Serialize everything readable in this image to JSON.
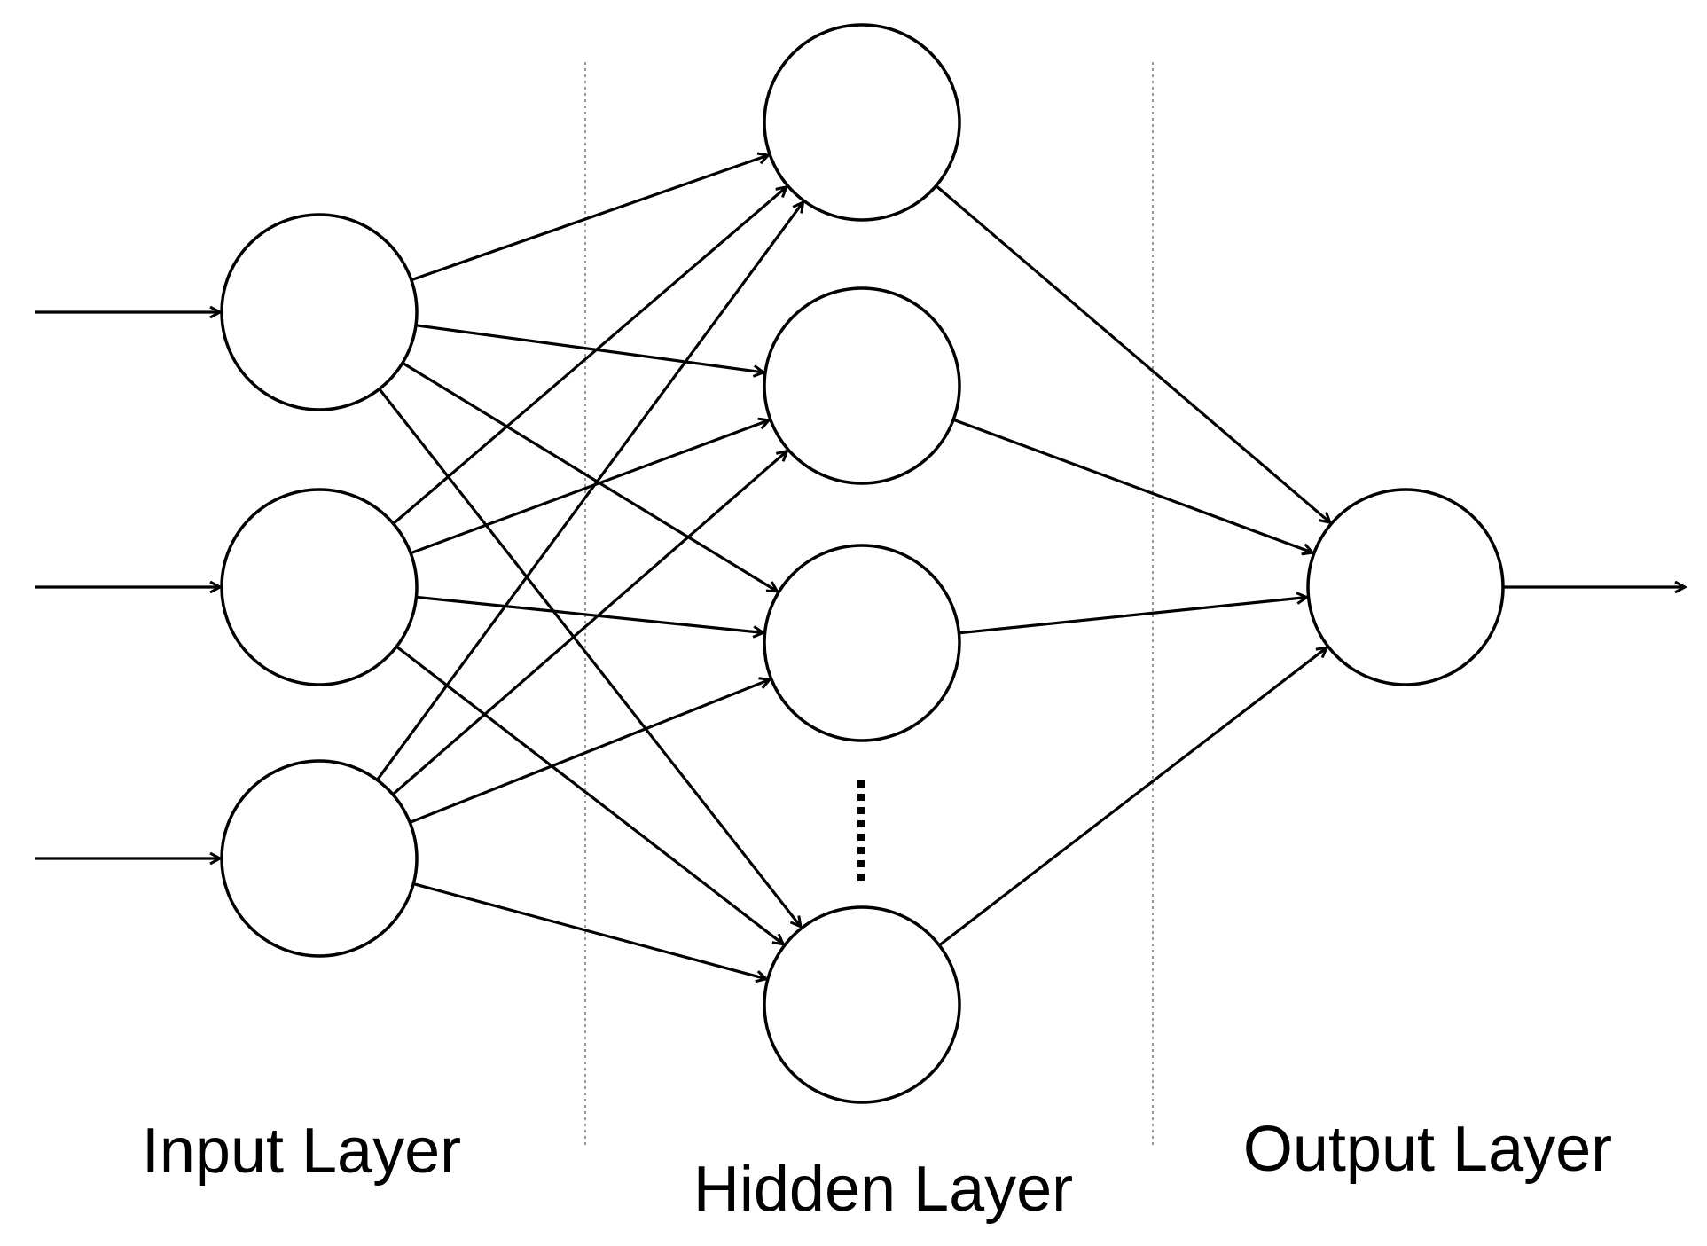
{
  "labels": {
    "input": "Input Layer",
    "hidden": "Hidden Layer",
    "output": "Output Layer"
  },
  "network": {
    "input_nodes": 3,
    "hidden_nodes_shown": 4,
    "hidden_ellipsis": true,
    "output_nodes": 1,
    "fully_connected": true
  },
  "colors": {
    "stroke": "#000000",
    "background": "#ffffff",
    "divider": "#9a9a9a"
  }
}
